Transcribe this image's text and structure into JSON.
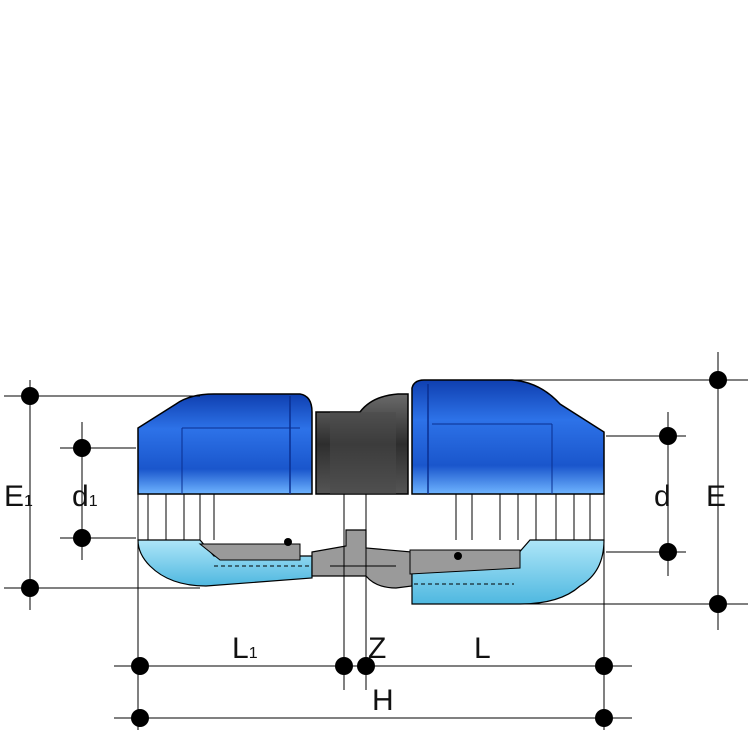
{
  "labels": {
    "E1_main": "E",
    "E1_sub": "1",
    "d1_main": "d",
    "d1_sub": "1",
    "d": "d",
    "E": "E",
    "L1_main": "L",
    "L1_sub": "1",
    "Z": "Z",
    "L": "L",
    "H": "H"
  },
  "colors": {
    "nut_blue": "#1f5fd6",
    "nut_blue_light": "#4f8ff0",
    "section_cyan": "#7fd4f0",
    "section_cyan_dark": "#4fb8e0",
    "body_gray": "#8c8c8c",
    "body_dark": "#3a3a3a",
    "line": "#000000"
  }
}
